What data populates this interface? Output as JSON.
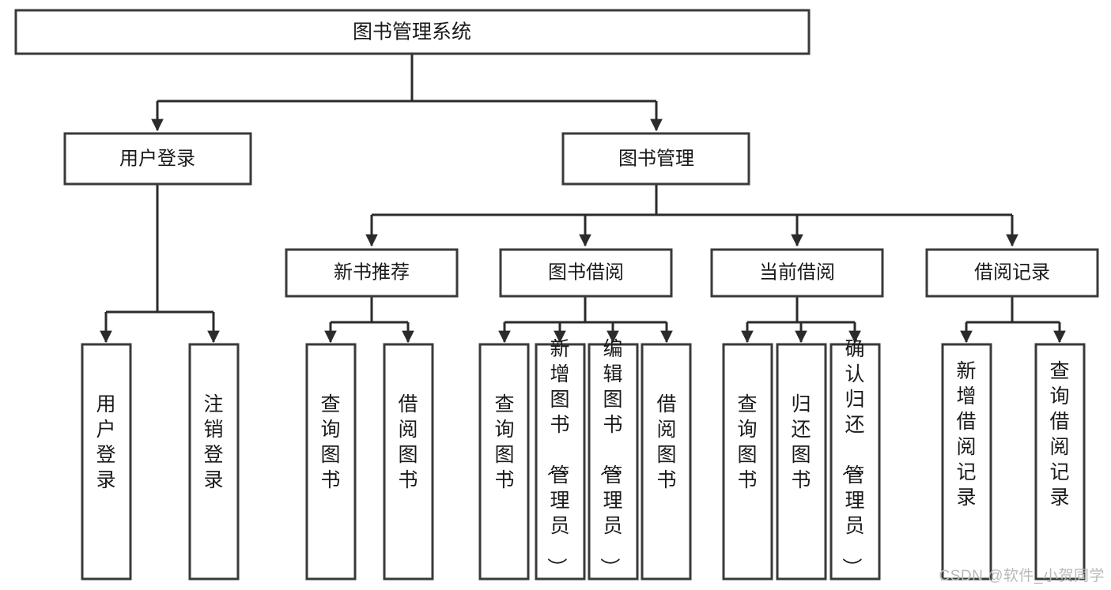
{
  "diagram": {
    "type": "tree-flowchart",
    "orientation": "top-down",
    "title": "图书管理系统",
    "colors": {
      "box_stroke": "#3a3a3a",
      "box_fill": "#ffffff",
      "edge": "#2b2b2b",
      "text": "#1a1a1a",
      "background": "#ffffff",
      "watermark": "#b9b9b9"
    },
    "root": {
      "label": "图书管理系统"
    },
    "level2": [
      {
        "label": "用户登录"
      },
      {
        "label": "图书管理"
      }
    ],
    "level3": [
      {
        "label": "新书推荐"
      },
      {
        "label": "图书借阅"
      },
      {
        "label": "当前借阅"
      },
      {
        "label": "借阅记录"
      }
    ],
    "leaves": {
      "user_login": [
        {
          "label": "用户登录"
        },
        {
          "label": "注销登录"
        }
      ],
      "new_book_recommend": [
        {
          "label": "查询图书"
        },
        {
          "label": "借阅图书"
        }
      ],
      "book_borrow": [
        {
          "label": "查询图书"
        },
        {
          "label": "新增图书（管理员）"
        },
        {
          "label": "编辑图书（管理员）"
        },
        {
          "label": "借阅图书"
        }
      ],
      "current_borrow": [
        {
          "label": "查询图书"
        },
        {
          "label": "归还图书"
        },
        {
          "label": "确认归还（管理员）"
        }
      ],
      "borrow_record": [
        {
          "label": "新增借阅记录"
        },
        {
          "label": "查询借阅记录"
        }
      ]
    }
  },
  "watermark": {
    "text": "CSDN @软件_小贺同学"
  }
}
